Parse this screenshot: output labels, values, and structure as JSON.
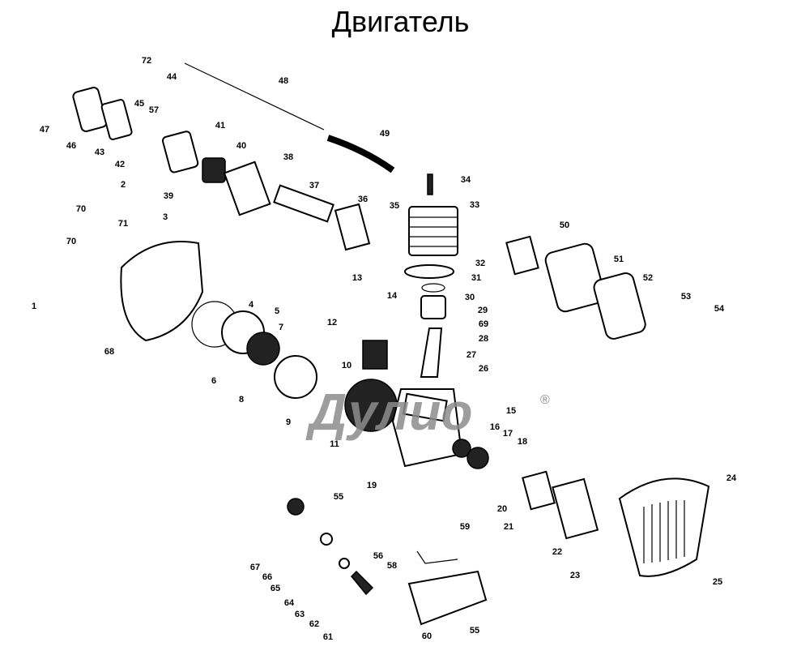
{
  "title": "Двигатель",
  "watermark": {
    "text": "Дулио",
    "registered": "®"
  },
  "parts": [
    "72",
    "44",
    "48",
    "45",
    "57",
    "47",
    "41",
    "46",
    "43",
    "40",
    "42",
    "49",
    "38",
    "34",
    "39",
    "37",
    "2",
    "33",
    "36",
    "35",
    "70",
    "71",
    "3",
    "50",
    "70",
    "51",
    "32",
    "13",
    "31",
    "52",
    "14",
    "30",
    "53",
    "29",
    "4",
    "1",
    "54",
    "5",
    "12",
    "69",
    "7",
    "28",
    "27",
    "68",
    "10",
    "26",
    "6",
    "8",
    "9",
    "15",
    "16",
    "17",
    "11",
    "18",
    "24",
    "19",
    "55",
    "20",
    "59",
    "21",
    "22",
    "56",
    "58",
    "23",
    "25",
    "67",
    "66",
    "65",
    "64",
    "63",
    "62",
    "61",
    "60",
    "55"
  ]
}
